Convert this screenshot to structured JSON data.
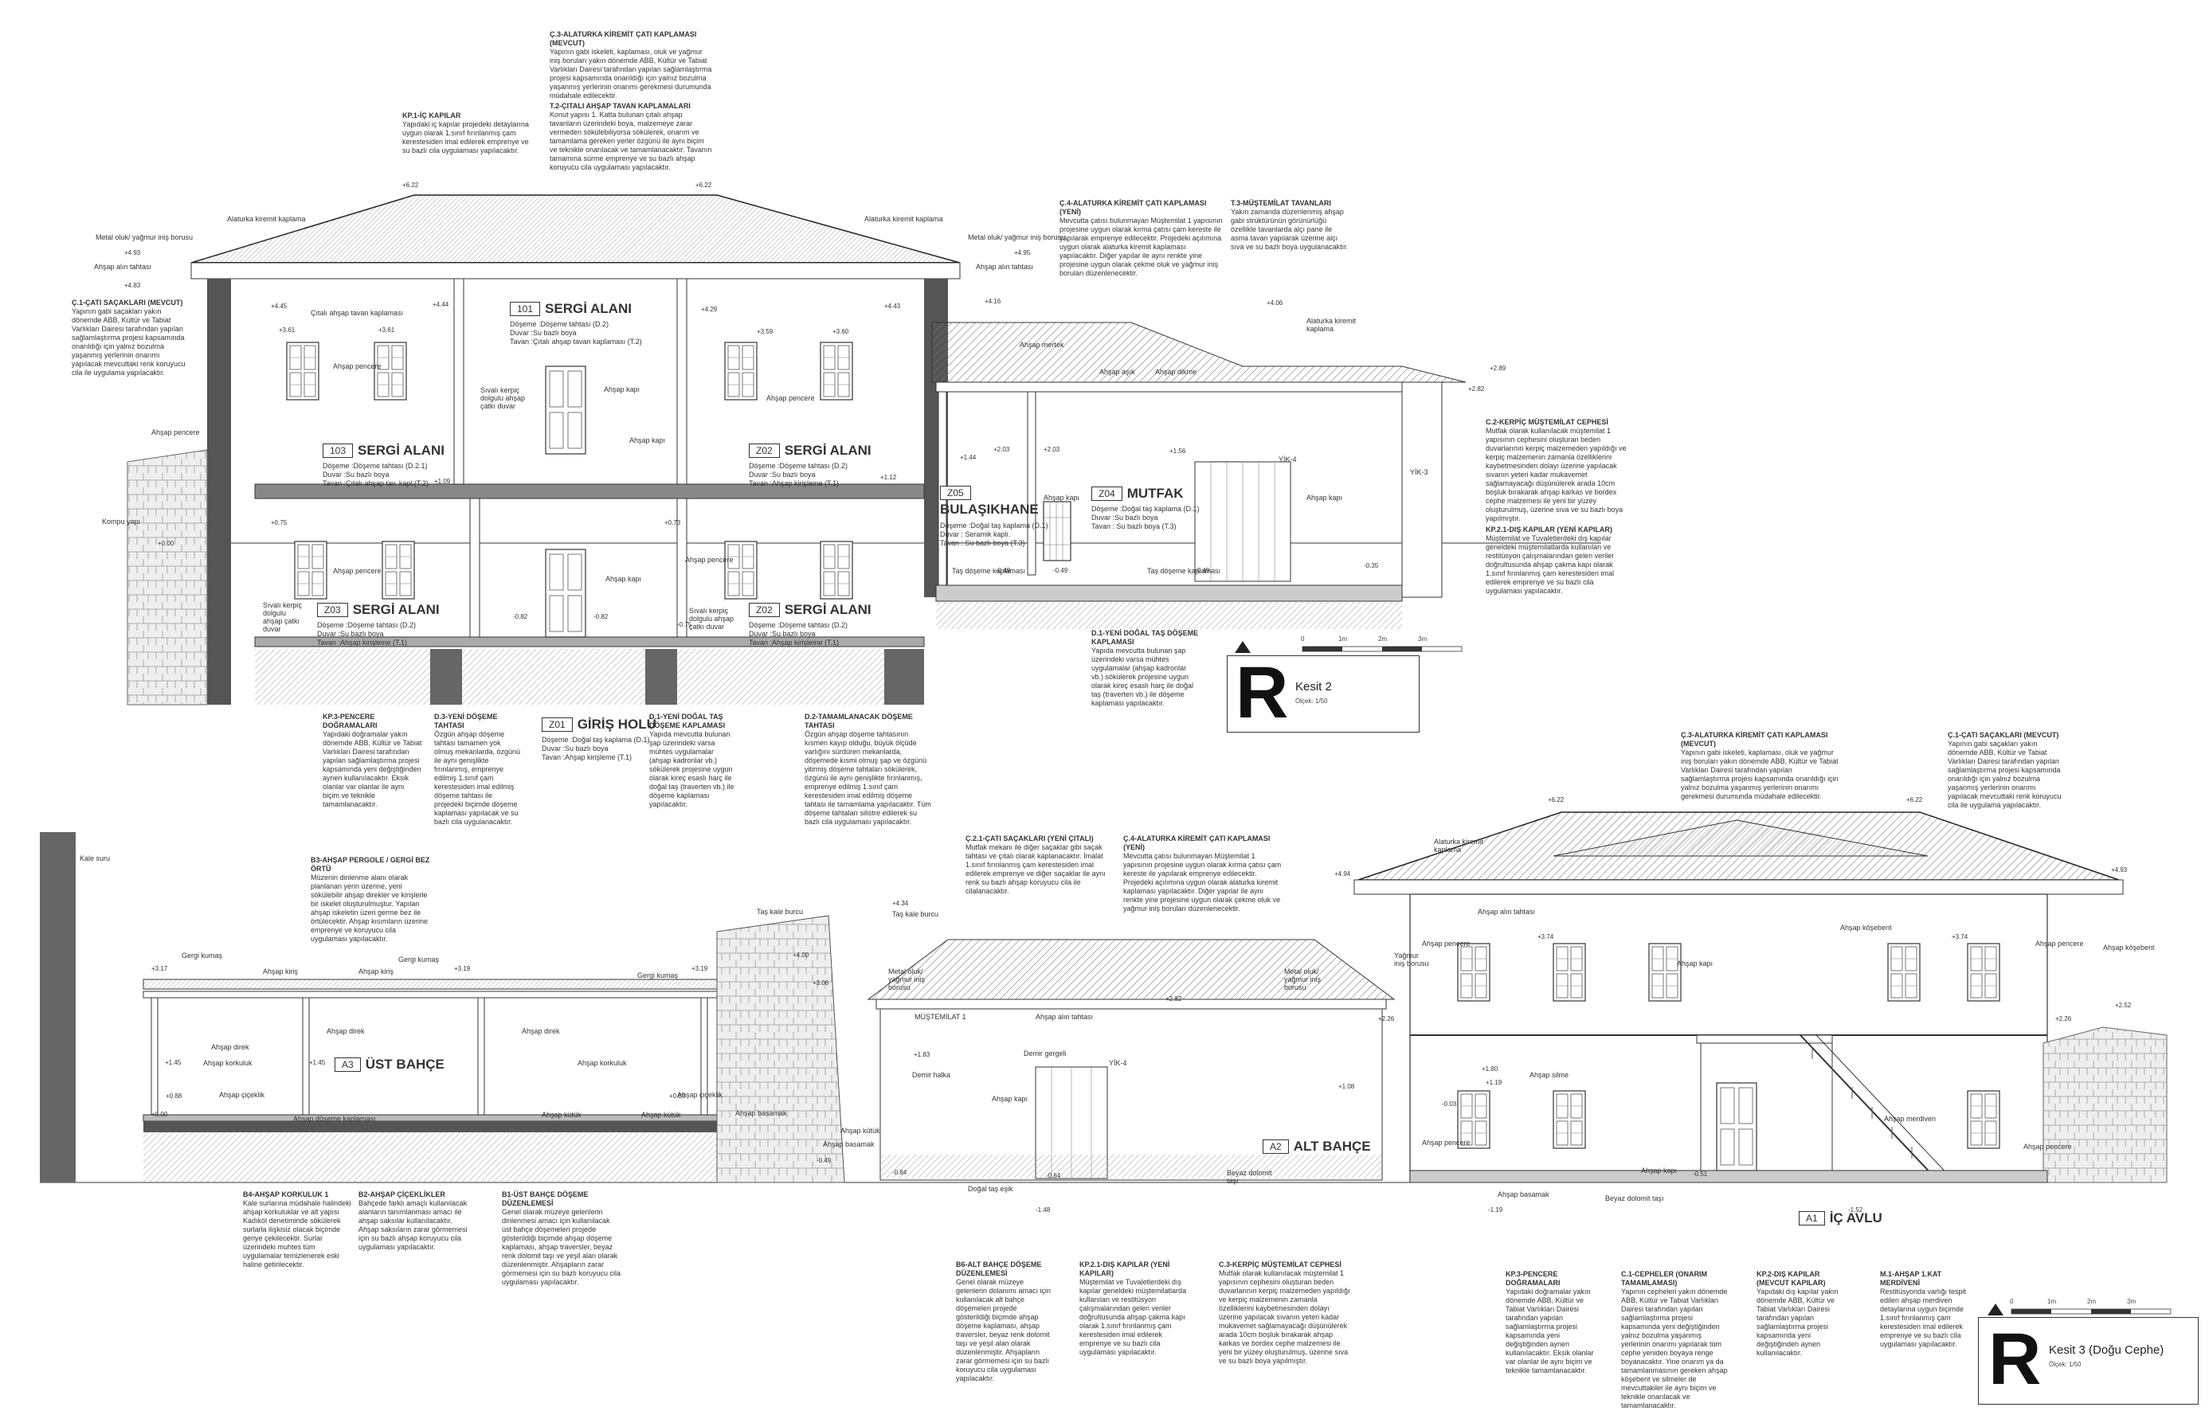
{
  "kesit2": {
    "notes": [
      {
        "id": "c3",
        "title": "Ç.3-ALATURKA KİREMİT ÇATI KAPLAMASI (MEVCUT)",
        "text": "Yapının gabi iskeleti, kaplaması, oluk ve yağmur iniş boruları yakın dönemde ABB, Kültür ve Tabiat Varlıkları Dairesi tarafından yapılan sağlamlaştırma projesi kapsamında onarıldığı için yalnız bozulma yaşanmış yerlerinin onarımı gerekmesi durumunda müdahale edilecektir."
      },
      {
        "id": "t2",
        "title": "T.2-ÇITALI AHŞAP TAVAN KAPLAMALARI",
        "text": "Konut yapısı 1. Katta bulunan çıtalı ahşap tavanların üzerindeki boya, malzemeye zarar vermeden sökülebiliyorsa sökülerek, onarım ve tamamlama gereken yerler özgünü ile aynı biçim ve teknikle onarılacak ve tamamlanacaktır. Tavanın tamamına sürme emprenye ve su bazlı ahşap koruyucu cila uygulaması yapılacaktır."
      },
      {
        "id": "kp1",
        "title": "KP.1-İÇ KAPILAR",
        "text": "Yapıdaki iç kapılar projedeki detaylarına uygun olarak 1.sınıf fırınlanmış çam kerestesiden imal edilerek emprenye ve su bazlı cila uygulaması yapılacaktır."
      },
      {
        "id": "c1",
        "title": "Ç.1-ÇATI SAÇAKLARI (MEVCUT)",
        "text": "Yapının gabi saçakları yakın dönemde ABB, Kültür ve Tabiat Varlıkları Dairesi tarafından yapılan sağlamlaştırma projesi kapsamında onarıldığı için yalnız bozulma yaşanmış yerlerinin onarımı yapılacak mevcuttaki renk koruyucu cila ile uygulama yapılacaktır."
      },
      {
        "id": "c4",
        "title": "Ç.4-ALATURKA KİREMİT ÇATI KAPLAMASI (YENİ)",
        "text": "Mevcutta çatısı bulunmayan Müştemilat 1 yapısının projesine uygun olarak kırma çatısı çam kereste ile yapılarak emprenye edilecektir. Projedeki açılımına uygun olarak alaturka kiremit kaplaması yapılacaktır. Diğer yapılar ile aynı renkte yine projesine uygun olarak çekme oluk ve yağmur iniş boruları düzenlenecektir."
      },
      {
        "id": "t3",
        "title": "T.3-MÜŞTEMİLAT TAVANLARI",
        "text": "Yakın zamanda düzenlenmiş ahşap gabi strüktürünün görünürlüğü özellikle tavanlarda alçı pane ile asma tavan yapılarak üzerine alçı sıva ve su bazlı boya uygulanacaktır."
      },
      {
        "id": "c2",
        "title": "C.2-KERPİÇ MÜŞTEMİLAT CEPHESİ",
        "text": "Mutfak olarak kullanılacak müştemilat 1 yapısının cephesini oluşturan beden duvarlarının kerpiç malzemeden yapıldığı ve kerpiç malzemenin zamanla özelliklerini kaybetmesinden dolayı üzerine yapılacak sıvanın yeteri kadar mukavemet sağlamayacağı düşünülerek arada 10cm boşluk bırakarak ahşap karkas ve bordex cephe malzemesi ile yeni bir yüzey oluşturulmuş, üzerine sıva ve su bazlı boya yapılmıştır."
      },
      {
        "id": "kp21",
        "title": "KP.2.1-DIŞ KAPILAR (YENİ KAPILAR)",
        "text": "Müştemilat ve Tuvaletlerdeki dış kapılar geneldeki müştemilatlarda kullanılan ve restitüsyon çalışmalarından gelen veriler doğrultusunda ahşap çakma kapı olarak 1.sınıf fırınlanmış çam kerestesiden imal edilerek emprenye ve su bazlı cila uygulaması yapılacaktır."
      },
      {
        "id": "d1",
        "title": "D.1-YENİ DOĞAL TAŞ DÖŞEME KAPLAMASI",
        "text": "Yapıda mevcutta bulunan şap üzerindeki varsa mühtes uygulamalar (ahşap kadronlar vb.) sökülerek projesine uygun olarak kireç esaslı harç ile doğal taş (traverten vb.) ile döşeme kaplaması yapılacaktır."
      },
      {
        "id": "kp3",
        "title": "KP.3-PENCERE DOĞRAMALARI",
        "text": "Yapıdaki doğramalar yakın dönemde ABB, Kültür ve Tabiat Varlıkları Dairesi tarafından yapılan sağlamlaştırma projesi kapsamında yeni değiştiğinden aynen kullanılacaktır. Eksik olanlar var olanlar ile aynı biçim ve teknikle tamamlanacaktır."
      },
      {
        "id": "d3",
        "title": "D.3-YENİ DÖŞEME TAHTASI",
        "text": "Özgün ahşap döşeme tahtası tamamen yok olmuş mekanlarda, özgünü ile aynı genişlikte fırınlanmış, emprenye edilmiş 1.sınıf çam kerestesiden imal edilmiş döşeme tahtası ile projedeki biçimde döşeme kaplaması yapılacak ve su bazlı cila uygulanacaktır."
      },
      {
        "id": "d1b",
        "title": "D.1-YENİ DOĞAL TAŞ DÖŞEME KAPLAMASI",
        "text": "Yapıda mevcutta bulunan şap üzerindeki varsa mühtes uygulamalar (ahşap kadronlar vb.) sökülerek projesine uygun olarak kireç esaslı harç ile doğal taş (traverten vb.) ile döşeme kaplaması yapılacaktır."
      },
      {
        "id": "d2",
        "title": "D.2-TAMAMLANACAK DÖŞEME TAHTASI",
        "text": "Özgün ahşap döşeme tahtasının kısmen kayıp olduğu, büyük ölçüde varlığını sürdüren mekanlarda, döşemede kısmi olmuş şap ve özgünü yitirmiş döşeme tahtaları sökülerek, özgünü ile aynı genişlikte fırınlanmış, emprenye edilmiş 1.sınıf çam kerestesiden imal edilmiş döşeme tahtası ile tamamlama yapılacaktır. Tüm döşeme tahtaları silistre edilerek su bazlı cila uygulaması yapılacaktır."
      }
    ],
    "rooms": [
      {
        "code": "101",
        "name": "SERGİ ALANI",
        "lines": [
          "Döşeme :Döşeme tahtası (D.2)",
          "Duvar :Su bazlı boya",
          "Tavan :Çıtalı ahşap tavan kaplaması (T.2)"
        ]
      },
      {
        "code": "103",
        "name": "SERGİ ALANI",
        "lines": [
          "Döşeme :Döşeme tahtası (D.2.1)",
          "Duvar :Su bazlı boya",
          "Tavan :Çıtalı ahşap tav. kapl.(T.2)"
        ]
      },
      {
        "code": "Z02",
        "name": "SERGİ ALANI",
        "lines": [
          "Döşeme :Döşeme tahtası (D.2)",
          "Duvar :Su bazlı boya",
          "Tavan :Ahşap kirişleme (T.1)"
        ]
      },
      {
        "code": "Z03",
        "name": "SERGİ ALANI",
        "lines": [
          "Döşeme :Döşeme tahtası (D.2)",
          "Duvar :Su bazlı boya",
          "Tavan :Ahşap kirişleme (T.1)"
        ]
      },
      {
        "code": "Z02",
        "name": "SERGİ ALANI",
        "lines": [
          "Döşeme :Döşeme tahtası (D.2)",
          "Duvar :Su bazlı boya",
          "Tavan :Ahşap kirişleme (T.1)"
        ]
      },
      {
        "code": "Z05",
        "name": "BULAŞIKHANE",
        "lines": [
          "Döşeme :Doğal taş kaplama (D.1)",
          "Duvar : Seramik kaplı.",
          "Tavan : Su bazlı boya (T.3)"
        ]
      },
      {
        "code": "Z04",
        "name": "MUTFAK",
        "lines": [
          "Döşeme :Doğal taş kaplama (D.1)",
          "Duvar :Su bazlı boya",
          "Tavan : Su bazlı boya (T.3)"
        ]
      },
      {
        "code": "Z01",
        "name": "GİRİŞ HOLÜ",
        "lines": [
          "Döşeme :Doğal taş kaplama (D.1)",
          "Duvar :Su bazlı boya",
          "Tavan :Ahşap kirişleme (T.1)"
        ]
      }
    ],
    "tags": [
      "Metal oluk/ yağmur iniş borusu",
      "Alaturka kiremit kaplama",
      "Alaturka kiremit kaplama",
      "Ahşap alın tahtası",
      "Ahşap alın tahtası",
      "Metal oluk/ yağmur iniş borusu",
      "Çıtalı ahşap tavan kaplaması",
      "Ahşap kapı",
      "Sıvalı kerpiç dolgulu ahşap çatkı duvar",
      "Ahşap kapı",
      "Ahşap pencere",
      "Ahşap pencere",
      "Ahşap pencere",
      "Ahşap pencere",
      "Kompu yapı",
      "Ahşap mertek",
      "Ahşap aşık",
      "Ahşap dikme",
      "Alaturka kiremit kaplama",
      "Taş döşeme kaplaması",
      "Taş döşeme kaplaması",
      "Ahşap kapı",
      "Ahşap kapı",
      "YİK-4",
      "YİK-3",
      "Sıvalı kerpiç dolgulu ahşap çatkı duvar",
      "Sıvalı kerpiç dolgulu ahşap çatkı duvar",
      "Ahşap pencere",
      "Ahşap kapı"
    ],
    "levels": [
      "+6.22",
      "+6.22",
      "+4.93",
      "+4.95",
      "+4.83",
      "+4.45",
      "+4.44",
      "+4.43",
      "+4.29",
      "+4.16",
      "+4.06",
      "+3.61",
      "+3.61",
      "+3.59",
      "+3.60",
      "+2.89",
      "+2.82",
      "+2.03",
      "+2.03",
      "+1.56",
      "+1.44",
      "+1.09",
      "+1.12",
      "+0.75",
      "+0.73",
      "+0.00",
      "-0.49",
      "-0.49",
      "-0.49",
      "-0.35",
      "-0.82",
      "-0.82",
      "-0.75"
    ],
    "title": {
      "letter": "R",
      "name": "Kesit 2",
      "scale": "Ölçek: 1/50",
      "scale_marks": [
        "0",
        "1m",
        "2m",
        "3m"
      ]
    }
  },
  "kesit3": {
    "notes": [
      {
        "id": "c3b",
        "title": "Ç.3-ALATURKA KİREMİT ÇATI KAPLAMASI (MEVCUT)",
        "text": "Yapının gabi iskeleti, kaplaması, oluk ve yağmur iniş boruları yakın dönemde ABB, Kültür ve Tabiat Varlıkları Dairesi tarafından yapılan sağlamlaştırma projesi kapsamında onarıldığı için yalnız bozulma yaşanmış yerlerinin onarımı gerekmesi durumunda müdahale edilecektir."
      },
      {
        "id": "c1b",
        "title": "Ç.1-ÇATI SAÇAKLARI (MEVCUT)",
        "text": "Yapının gabi saçakları yakın dönemde ABB, Kültür ve Tabiat Varlıkları Dairesi tarafından yapılan sağlamlaştırma projesi kapsamında onarıldığı için yalnız bozulma yaşanmış yerlerinin onarımı yapılacak mevcuttaki renk koruyucu cila ile uygulama yapılacaktır."
      },
      {
        "id": "b3",
        "title": "B3-AHŞAP PERGOLE / GERGİ BEZ ÖRTÜ",
        "text": "Müzenin dinlenme alanı olarak planlanan yerin üzerine, yeni sökülebilir ahşap direkler ve kirişlerle bir iskelet oluşturulmuştur. Yapılan ahşap iskeletin üzeri germe bez ile örtülecektir. Ahşap kısımların üzerine emprenye ve koruyucu cila uygulaması yapılacaktır."
      },
      {
        "id": "c21",
        "title": "Ç.2.1-ÇATI SAÇAKLARI (YENİ ÇITALI)",
        "text": "Mutfak mekanı ile diğer saçaklar gibi saçak tahtası ve çıtalı olarak kaplanacaktır. İmalat 1.sınıf fırınlanmış çam kerestesiden imal edilerek emprenye ve diğer saçaklar ile aynı renk su bazlı ahşap koruyucu cila ile cilalanacaktır."
      },
      {
        "id": "c4b",
        "title": "Ç.4-ALATURKA KİREMİT ÇATI KAPLAMASI (YENİ)",
        "text": "Mevcutta çatısı bulunmayan Müştemilat 1 yapısının projesine uygun olarak kırma çatısı çam kereste ile yapılarak emprenye edilecektir. Projedeki açılımına uygun olarak alaturka kiremit kaplaması yapılacaktır. Diğer yapılar ile aynı renkte yine projesine uygun olarak çekme oluk ve yağmur iniş boruları düzenlenecektir."
      },
      {
        "id": "b4",
        "title": "B4-AHŞAP KORKULUK 1",
        "text": "Kale surlarına müdahale halindeki ahşap korkuluklar ve alt yapısı Kadıköl denetiminde sökülerek surlarla ilişkisiz olacak biçimde geriye çekilecektir. Surlar üzerindeki muhtes tüm uygulamalar temizlenerek eski haline getirilecektir."
      },
      {
        "id": "b2",
        "title": "B2-AHŞAP ÇİÇEKLİKLER",
        "text": "Bahçede farklı amaçlı kullanılacak alanların tanımlanması amacı ile ahşap saksılar kullanılacaktır. Ahşap saksıların zarar görmemesi için su bazlı ahşap koruyucu cila uygulaması yapılacaktır."
      },
      {
        "id": "b1",
        "title": "B1-ÜST BAHÇE DÖŞEME DÜZENLEMESİ",
        "text": "Genel olarak müzeye gelenlerin dinlenmesi amacı için kullanılacak üst bahçe döşemeleri projede gösterildiği biçimde ahşap döşeme kaplaması, ahşap traversler, beyaz renk dolomit taşı ve yeşil alan olarak düzenlenmiştir. Ahşapların zarar görmemesi için su bazlı koruyucu cila uygulaması yapılacaktır."
      },
      {
        "id": "b6",
        "title": "B6-ALT BAHÇE DÖŞEME DÜZENLEMESİ",
        "text": "Genel olarak müzeye gelenlerin dolanımı amacı için kullanılacak alt bahçe döşemeleri projede gösterildiği biçimde ahşap döşeme kaplaması, ahşap traversler, beyaz renk dolomit taşı ve yeşil alan olarak düzenlenmiştir. Ahşapların zarar görmemesi için su bazlı koruyucu cila uygulaması yapılacaktır."
      },
      {
        "id": "kp21b",
        "title": "KP.2.1-DIŞ KAPILAR (YENİ KAPILAR)",
        "text": "Müştemilat ve Tuvaletlerdeki dış kapılar geneldeki müştemilatlarda kullanılan ve restitüsyon çalışmalarından gelen veriler doğrultusunda ahşap çakma kapı olarak 1.sınıf fırınlanmış çam kerestesiden imal edilerek emprenye ve su bazlı cila uygulaması yapılacaktır."
      },
      {
        "id": "c3k",
        "title": "C.3-KERPİÇ MÜŞTEMİLAT CEPHESİ",
        "text": "Mutfak olarak kullanılacak müştemilat 1 yapısının cephesini oluşturan beden duvarlarının kerpiç malzemeden yapıldığı ve kerpiç malzemenin zamanla özelliklerini kaybetmesinden dolayı üzerine yapılacak sıvanın yeteri kadar mukavemet sağlamayacağı düşünülerek arada 10cm boşluk bırakarak ahşap karkas ve bordex cephe malzemesi ile yeni bir yüzey oluşturulmuş, üzerine sıva ve su bazlı boya yapılmıştır."
      },
      {
        "id": "kp3b",
        "title": "KP.3-PENCERE DOĞRAMALARI",
        "text": "Yapıdaki doğramalar yakın dönemde ABB, Kültür ve Tabiat Varlıkları Dairesi tarafından yapılan sağlamlaştırma projesi kapsamında yeni değiştiğinden aynen kullanılacaktır. Eksik olanlar var olanlar ile aynı biçim ve teknikle tamamlanacaktır."
      },
      {
        "id": "c1o",
        "title": "C.1-CEPHELER (ONARIM TAMAMLAMASI)",
        "text": "Yapının cepheleri yakın dönemde ABB, Kültür ve Tabiat Varlıkları Dairesi tarafından yapılan sağlamlaştırma projesi kapsamında yeni değiştiğinden yalnız bozulma yaşanmış yerlerinin onarımı yapılarak tüm cephe yeniden boyaya renge boyanacaktır. Yine onarım ya da tamamlanmasının gereken ahşap köşebent ve silmeler de mevcuttakiler ile aynı biçim ve teknikle onarılacak ve tamamlanacaktır."
      },
      {
        "id": "kp2",
        "title": "KP.2-DIŞ KAPILAR (MEVCUT KAPILAR)",
        "text": "Yapıdaki dış kapılar yakın dönemde ABB, Kültür ve Tabiat Varlıkları Dairesi tarafından yapılan sağlamlaştırma projesi kapsamında yeni değiştiğinden aynen kullanılacaktır."
      },
      {
        "id": "m1",
        "title": "M.1-AHŞAP 1.KAT MERDİVENİ",
        "text": "Restitüsyonda varlığı tespit edilen ahşap merdiven detaylarına uygun biçimde 1.sınıf fırınlanmış çam kerestesiden imal edilerek emprenye ve su bazlı cila uygulaması yapılacaktır."
      }
    ],
    "rooms": [
      {
        "code": "A3",
        "name": "ÜST BAHÇE"
      },
      {
        "code": "A2",
        "name": "ALT BAHÇE"
      },
      {
        "code": "A1",
        "name": "İÇ AVLU"
      }
    ],
    "tags": [
      "Kale suru",
      "Gergi kumaş",
      "Ahşap kiriş",
      "Gergi kumaş",
      "Ahşap kiriş",
      "Gergi kumaş",
      "Ahşap direk",
      "Ahşap direk",
      "Ahşap direk",
      "Ahşap korkuluk",
      "Ahşap korkuluk",
      "Ahşap çiçeklik",
      "Ahşap çiçeklik",
      "Ahşap döşeme kaplaması",
      "Ahşap kütük",
      "Ahşap kütük",
      "Taş kale burcu",
      "Taş kale burcu",
      "Metal oluk/ yağmur iniş borusu",
      "MÜŞTEMİLAT 1",
      "Ahşap alın tahtası",
      "Demir gergeli",
      "Demir halka",
      "Ahşap kapı",
      "YİK-4",
      "Ahşap basamak",
      "Ahşap basamak",
      "Ahşap kütük",
      "Doğal taş eşik",
      "Beyaz dolomit taşı",
      "Alaturka kiremit kaplama",
      "Metal oluk/ yağmur iniş borusu",
      "Ahşap alın tahtası",
      "Ahşap köşebent",
      "Ahşap köşebent",
      "Yağmur iniş borusu",
      "Ahşap pencere",
      "Ahşap pencere",
      "Ahşap kapı",
      "Ahşap silme",
      "Ahşap pencere",
      "Ahşap merdiven",
      "Ahşap kapı",
      "Ahşap pencere",
      "Ahşap basamak",
      "Beyaz dolomit taşı"
    ],
    "levels": [
      "+6.22",
      "+6.22",
      "+4.93",
      "+4.94",
      "+4.34",
      "+4.00",
      "+3.74",
      "+3.74",
      "+3.19",
      "+3.19",
      "+3.17",
      "+3.06",
      "+2.82",
      "+2.52",
      "+2.26",
      "+2.26",
      "+1.83",
      "+1.80",
      "+1.45",
      "+1.45",
      "+1.19",
      "+1.08",
      "+0.88",
      "+0.89",
      "+0.00",
      "-0.03",
      "-0.49",
      "-0.51",
      "-0.64",
      "-0.84",
      "-1.19",
      "-1.48",
      "-1.52"
    ],
    "title": {
      "letter": "R",
      "name": "Kesit 3 (Doğu Cephe)",
      "scale": "Ölçek: 1/50",
      "scale_marks": [
        "0",
        "1m",
        "2m",
        "3m"
      ]
    }
  }
}
